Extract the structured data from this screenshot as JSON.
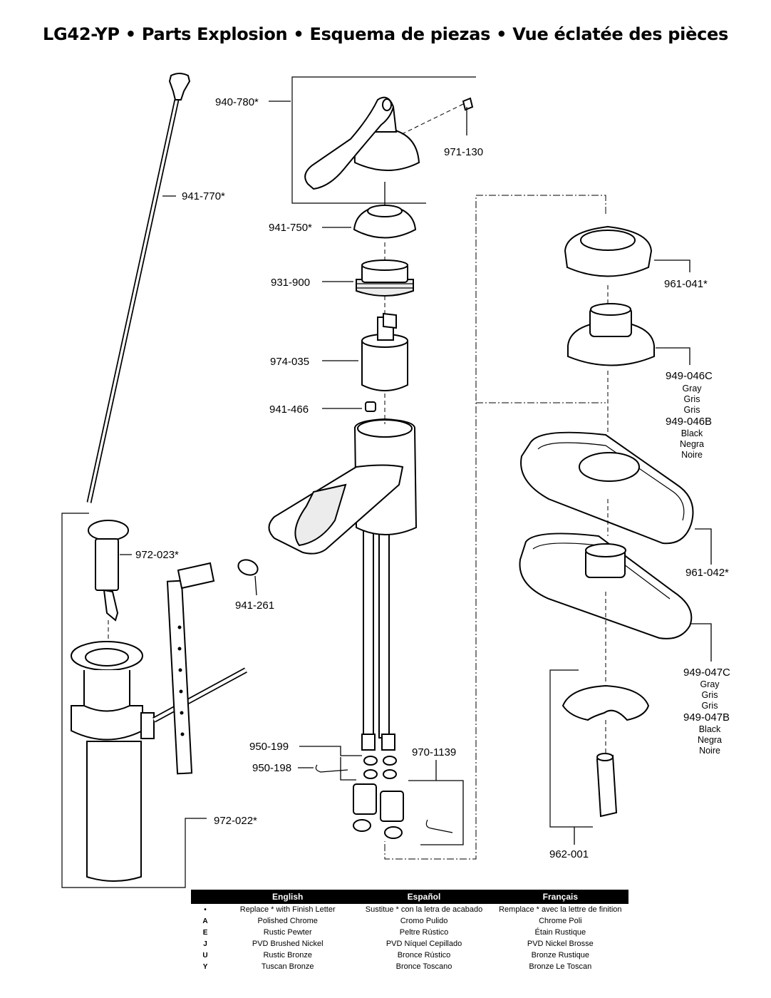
{
  "title": "LG42-YP • Parts Explosion • Esquema de piezas • Vue éclatée des pièces",
  "parts": {
    "p940_780": "940-780*",
    "p971_130": "971-130",
    "p941_770": "941-770*",
    "p941_750": "941-750*",
    "p931_900": "931-900",
    "p974_035": "974-035",
    "p941_466": "941-466",
    "p972_023": "972-023*",
    "p941_261": "941-261",
    "p950_199": "950-199",
    "p950_198": "950-198",
    "p970_1139": "970-1139",
    "p972_022": "972-022*",
    "p961_041": "961-041*",
    "p949_046C": "949-046C",
    "p949_046B": "949-046B",
    "p961_042": "961-042*",
    "p949_047C": "949-047C",
    "p949_047B": "949-047B",
    "p962_001": "962-001"
  },
  "colors_text": {
    "gray": [
      "Gray",
      "Gris",
      "Gris"
    ],
    "black": [
      "Black",
      "Negra",
      "Noire"
    ]
  },
  "legend": {
    "headers": [
      "English",
      "Español",
      "Français"
    ],
    "rows": [
      {
        "code": "•",
        "en": "Replace * with Finish Letter",
        "es": "Sustitue * con la letra de acabado",
        "fr": "Remplace * avec la lettre de finition"
      },
      {
        "code": "A",
        "en": "Polished Chrome",
        "es": "Cromo Pulido",
        "fr": "Chrome Poli"
      },
      {
        "code": "E",
        "en": "Rustic Pewter",
        "es": "Peltre Rústico",
        "fr": "Étain Rustique"
      },
      {
        "code": "J",
        "en": "PVD Brushed Nickel",
        "es": "PVD Níquel Cepillado",
        "fr": "PVD Nickel Brosse"
      },
      {
        "code": "U",
        "en": "Rustic Bronze",
        "es": "Bronce Rústico",
        "fr": "Bronze Rustique"
      },
      {
        "code": "Y",
        "en": "Tuscan Bronze",
        "es": "Bronce Toscano",
        "fr": "Bronze Le Toscan"
      }
    ]
  }
}
